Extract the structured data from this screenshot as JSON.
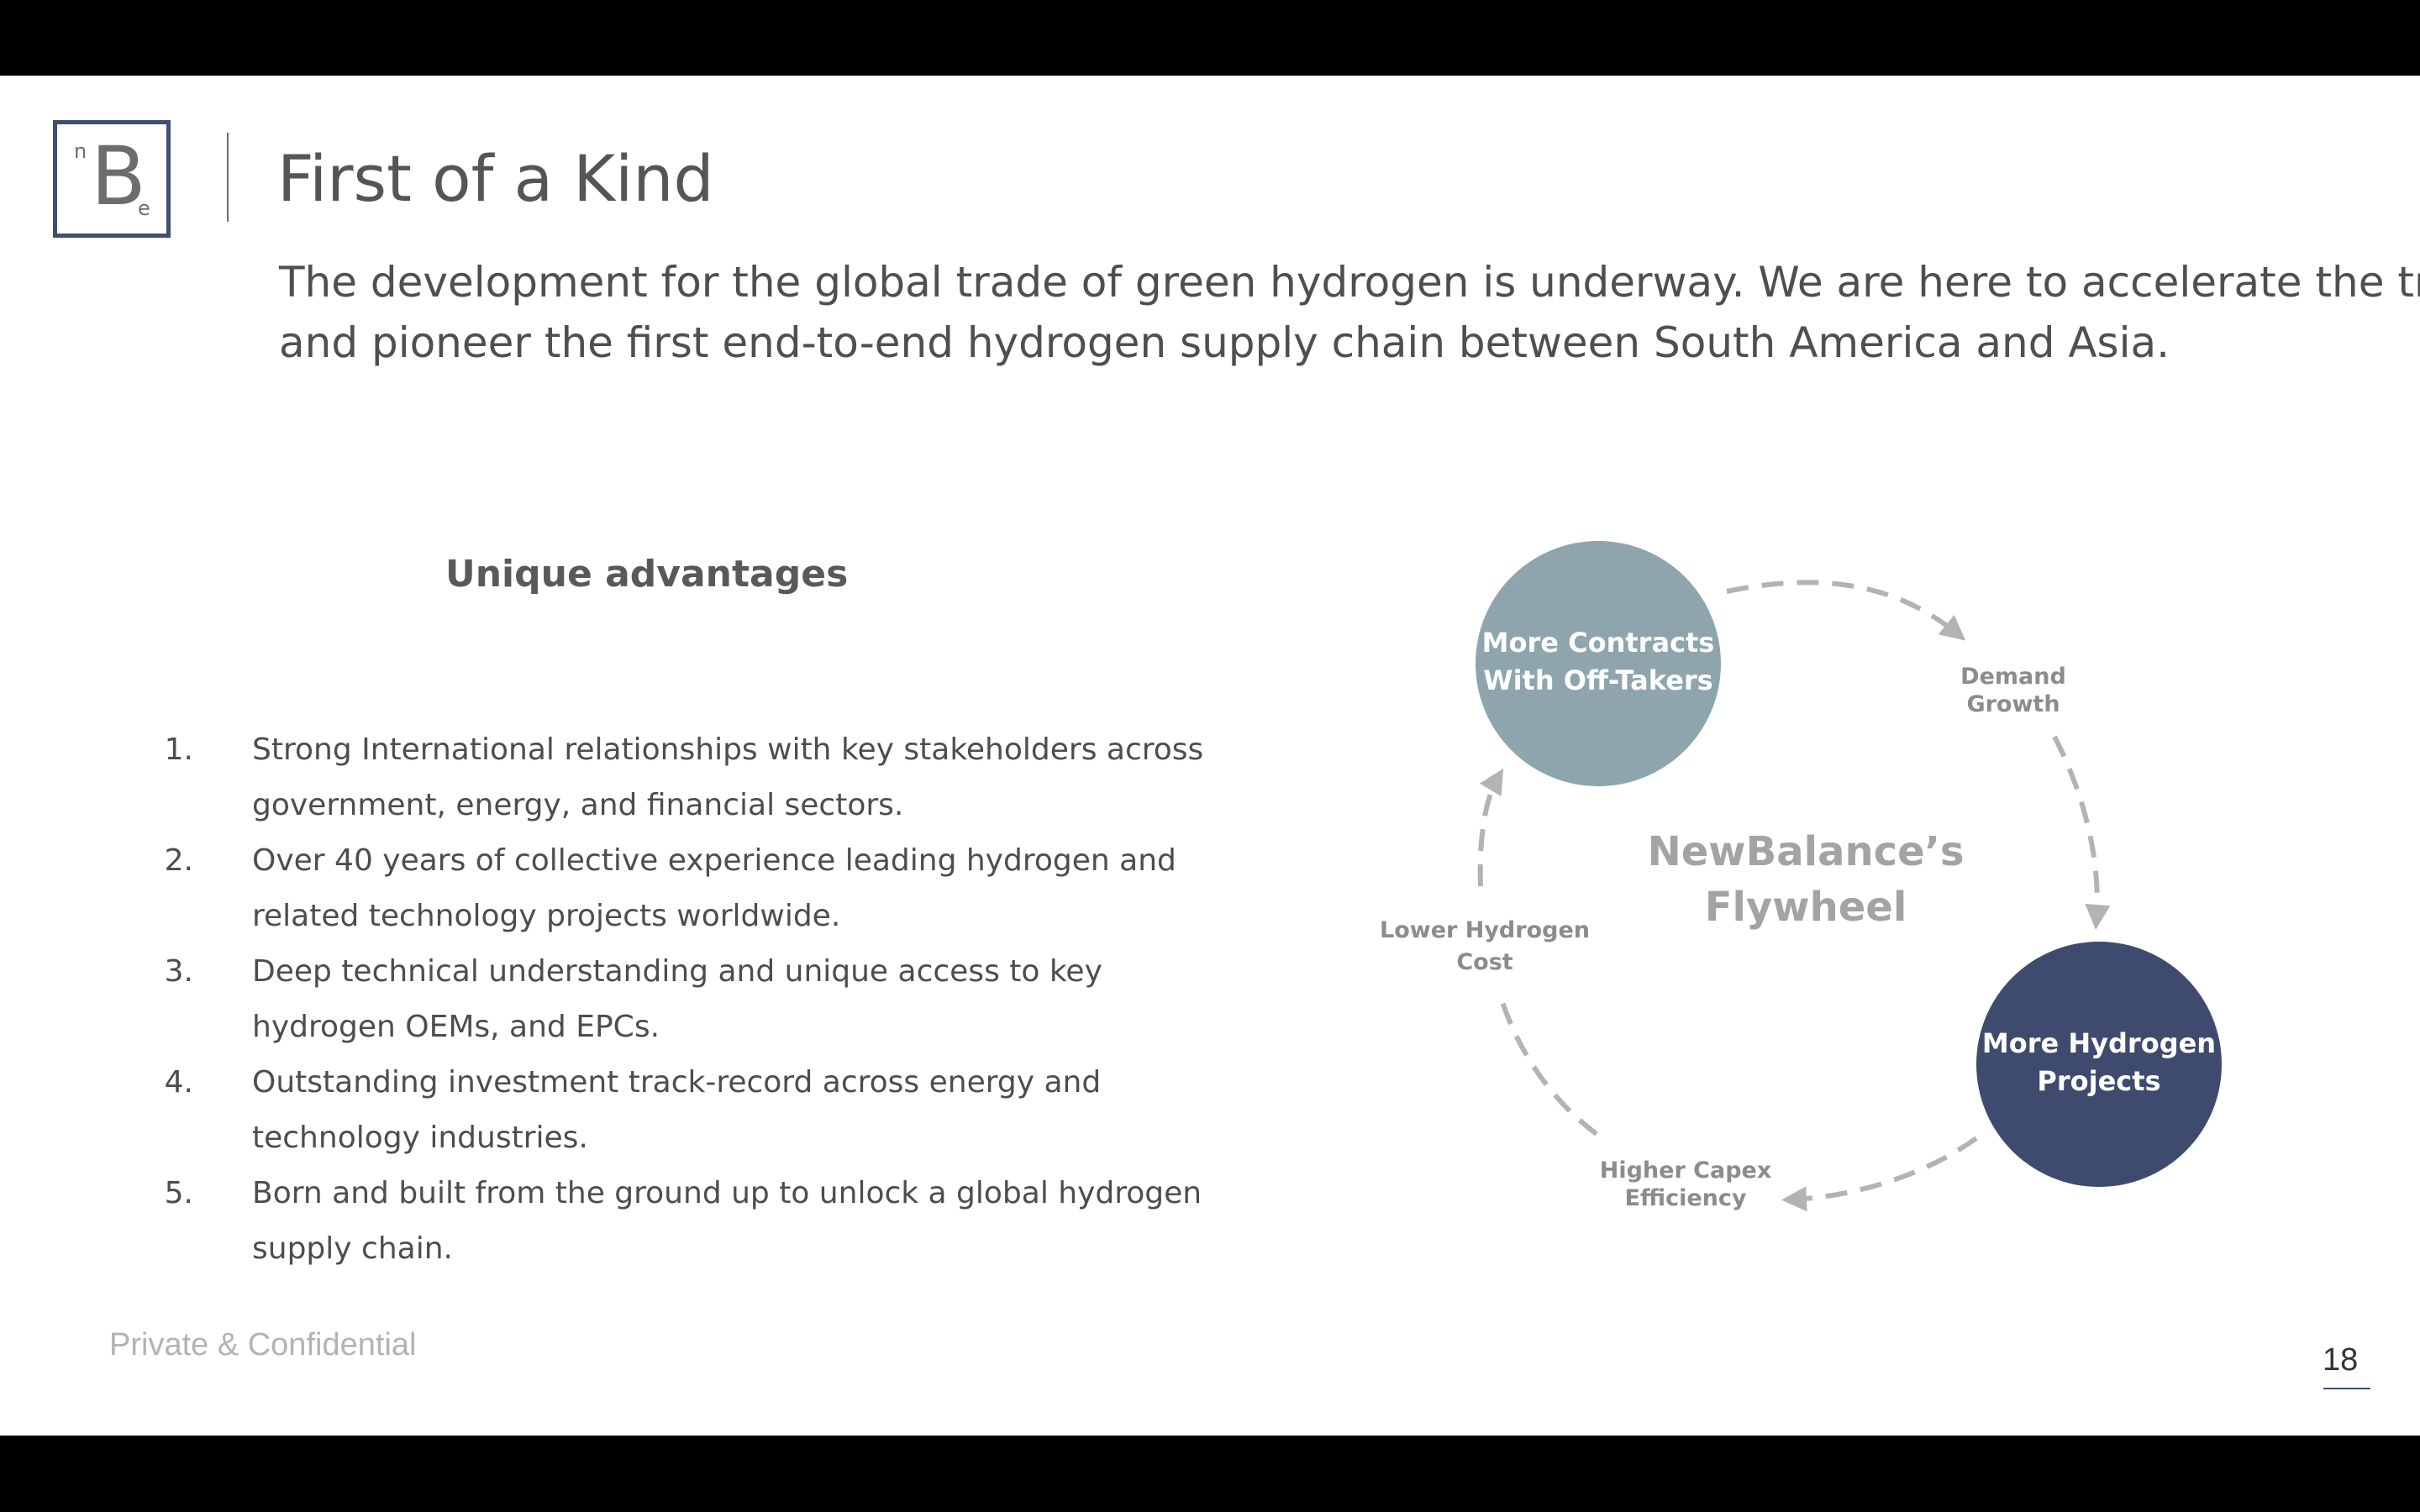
{
  "logo": {
    "letter_small_top": "n",
    "letter_big": "B",
    "letter_small_bottom": "e"
  },
  "title": "First of a Kind",
  "intro": {
    "line1": "The development for the global trade of green hydrogen is underway. We are here to accelerate the transition",
    "line2": "and pioneer the first end-to-end hydrogen supply chain between South America and Asia."
  },
  "advantages": {
    "heading": "Unique advantages",
    "items": [
      {
        "num": "1.",
        "line1": "Strong International relationships with key stakeholders across",
        "line2": "government, energy, and financial  sectors."
      },
      {
        "num": "2.",
        "line1": "Over 40 years of collective experience leading hydrogen and",
        "line2": "related technology projects worldwide."
      },
      {
        "num": "3.",
        "line1": "Deep technical understanding and unique access to key",
        "line2": "hydrogen OEMs, and EPCs."
      },
      {
        "num": "4.",
        "line1": "Outstanding investment track-record across energy and",
        "line2": "technology industries."
      },
      {
        "num": "5.",
        "line1": "Born and built from the ground up to unlock a global hydrogen",
        "line2": "supply chain."
      }
    ]
  },
  "flywheel": {
    "center": {
      "line1": "NewBalance’s",
      "line2": "Flywheel"
    },
    "circle_contracts": {
      "line1": "More Contracts",
      "line2": "With Off-Takers"
    },
    "circle_projects": {
      "line1": "More Hydrogen",
      "line2": "Projects"
    },
    "label_demand": {
      "line1": "Demand",
      "line2": "Growth"
    },
    "label_capex": {
      "line1": "Higher Capex",
      "line2": "Efficiency"
    },
    "label_cost": {
      "line1": "Lower Hydrogen",
      "line2": "Cost"
    },
    "colors": {
      "contracts": "#8fa5ad",
      "projects": "#3f4b6e",
      "arrows": "#b3b3b3",
      "labels": "#8c8c8c"
    }
  },
  "footer": {
    "confidential": "Private & Confidential",
    "page_number": "18"
  }
}
